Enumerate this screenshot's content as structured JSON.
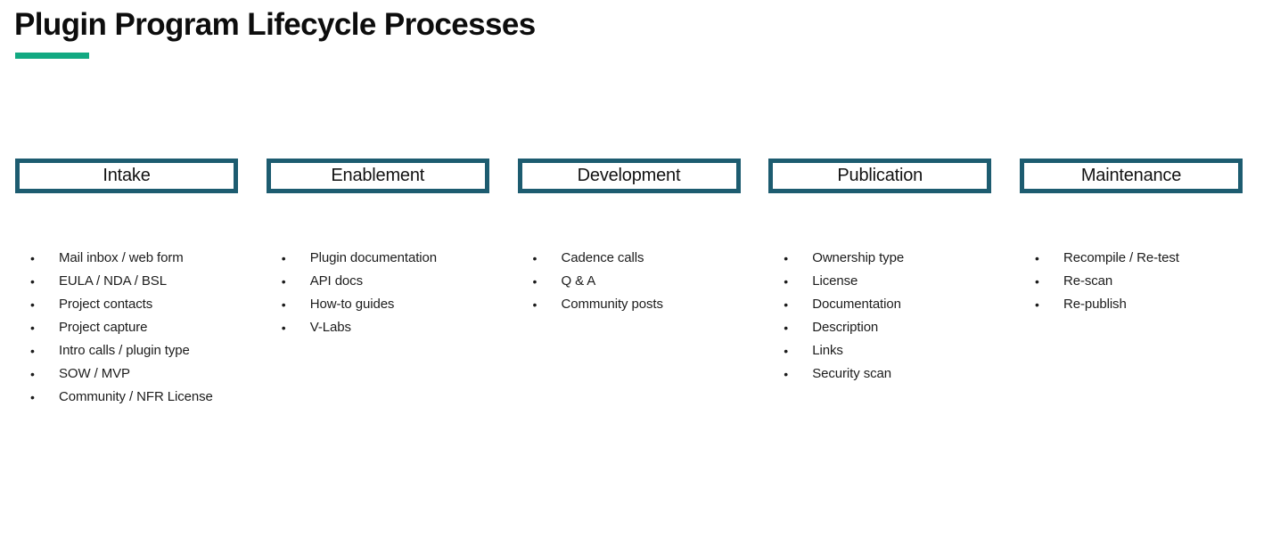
{
  "title": "Plugin Program Lifecycle Processes",
  "colors": {
    "title_underline_green": "#12A982",
    "stage_box_border_teal": "#1D5C70",
    "text": "#1C1C1C",
    "background": "#FFFFFF"
  },
  "bullet_glyph": "•",
  "columns": [
    {
      "header": "Intake",
      "items": [
        "Mail inbox / web form",
        "EULA / NDA / BSL",
        "Project contacts",
        "Project capture",
        "Intro calls / plugin type",
        "SOW / MVP",
        "Community / NFR License"
      ]
    },
    {
      "header": "Enablement",
      "items": [
        "Plugin documentation",
        "API docs",
        "How-to guides",
        "V-Labs"
      ]
    },
    {
      "header": "Development",
      "items": [
        "Cadence calls",
        "Q & A",
        "Community posts"
      ]
    },
    {
      "header": "Publication",
      "items": [
        "Ownership type",
        "License",
        "Documentation",
        "Description",
        "Links",
        "Security scan"
      ]
    },
    {
      "header": "Maintenance",
      "items": [
        "Recompile / Re-test",
        "Re-scan",
        "Re-publish"
      ]
    }
  ]
}
